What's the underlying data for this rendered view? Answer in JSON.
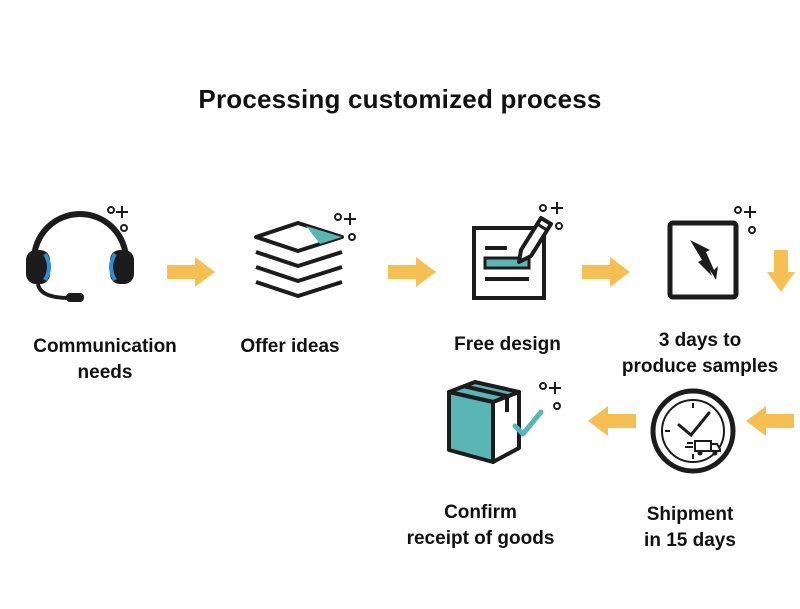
{
  "title": "Processing customized process",
  "colors": {
    "arrow": "#f5bf52",
    "teal": "#5ab6b4",
    "blue": "#2f8ed8",
    "ink": "#1c1c1c"
  },
  "steps": [
    {
      "icon": "headset-icon",
      "lines": [
        "Communication",
        "needs"
      ]
    },
    {
      "icon": "layers-icon",
      "lines": [
        "Offer ideas"
      ]
    },
    {
      "icon": "design-pen-icon",
      "lines": [
        "Free design"
      ]
    },
    {
      "icon": "sample-sheet-icon",
      "lines": [
        "3 days to",
        "produce samples"
      ]
    },
    {
      "icon": "clock-delivery-icon",
      "lines": [
        "Shipment",
        "in 15 days"
      ]
    },
    {
      "icon": "package-check-icon",
      "lines": [
        "Confirm",
        "receipt of goods"
      ]
    }
  ]
}
